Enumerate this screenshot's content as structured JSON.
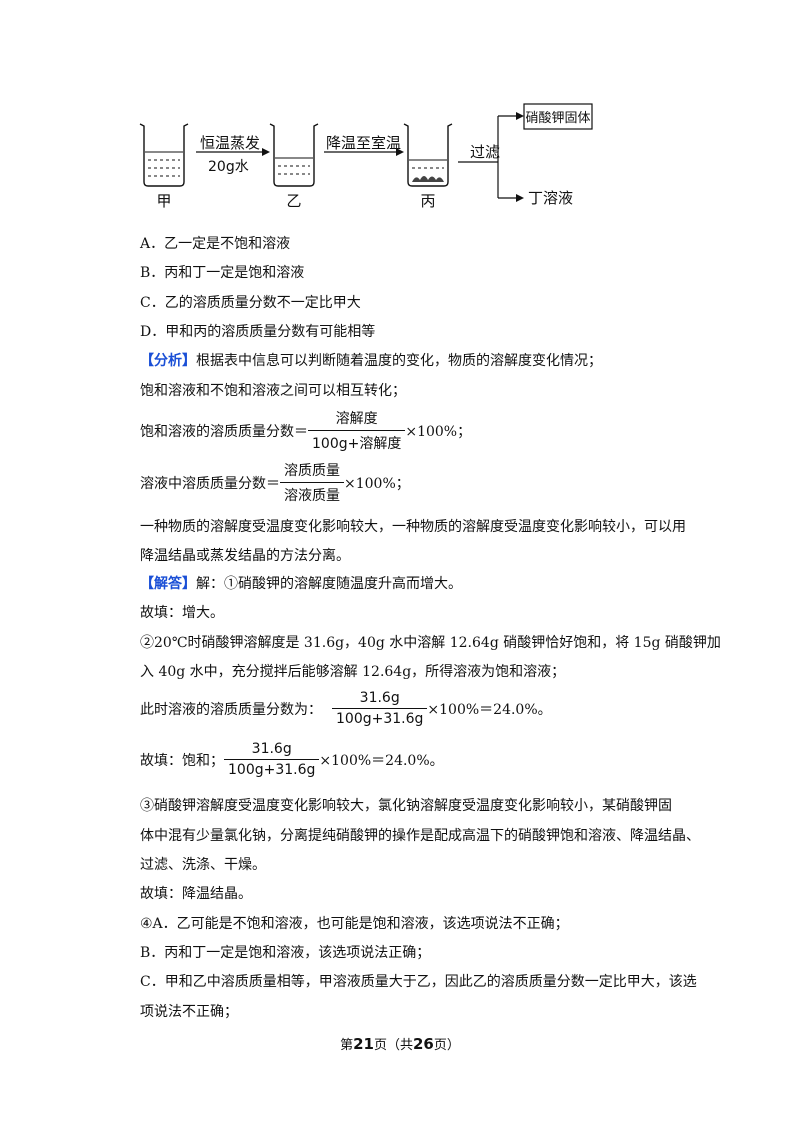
{
  "diagram": {
    "step1_top": "恒温蒸发",
    "step1_bottom": "20g水",
    "step2": "降温至室温",
    "step3": "过滤",
    "out1": "硝酸钾固体",
    "out2": "丁溶液",
    "beaker1": "甲",
    "beaker2": "乙",
    "beaker3": "丙"
  },
  "options": {
    "a": "A．乙一定是不饱和溶液",
    "b": "B．丙和丁一定是饱和溶液",
    "c": "C．乙的溶质质量分数不一定比甲大",
    "d": "D．甲和丙的溶质质量分数有可能相等"
  },
  "analysis": {
    "tag": "【分析】",
    "line1": "根据表中信息可以判断随着温度的变化，物质的溶解度变化情况；",
    "line2": "饱和溶液和不饱和溶液之间可以相互转化；",
    "f1_pre": "饱和溶液的溶质质量分数＝",
    "f1_num": "溶解度",
    "f1_den": "100g+溶解度",
    "f1_post": "×100%；",
    "f2_pre": "溶液中溶质质量分数＝",
    "f2_num": "溶质质量",
    "f2_den": "溶液质量",
    "f2_post": "×100%；",
    "line3": "一种物质的溶解度受温度变化影响较大，一种物质的溶解度受温度变化影响较小，可以用",
    "line4": "降温结晶或蒸发结晶的方法分离。"
  },
  "answer": {
    "tag": "【解答】",
    "l1": "解：①硝酸钾的溶解度随温度升高而增大。",
    "l2": "故填：增大。",
    "l3": "②20℃时硝酸钾溶解度是 31.6g，40g 水中溶解 12.64g 硝酸钾恰好饱和，将 15g 硝酸钾加",
    "l4": "入 40g 水中，充分搅拌后能够溶解 12.64g，所得溶液为饱和溶液；",
    "f3_pre": "此时溶液的溶质质量分数为：",
    "f3_num": "31.6g",
    "f3_den": "100g+31.6g",
    "f3_post": "×100%＝24.0%。",
    "f4_pre": "故填：饱和；",
    "f4_num": "31.6g",
    "f4_den": "100g+31.6g",
    "f4_post": "×100%＝24.0%。",
    "l5": "③硝酸钾溶解度受温度变化影响较大，氯化钠溶解度受温度变化影响较小，某硝酸钾固",
    "l6": "体中混有少量氯化钠，分离提纯硝酸钾的操作是配成高温下的硝酸钾饱和溶液、降温结晶、",
    "l7": "过滤、洗涤、干燥。",
    "l8": "故填：降温结晶。",
    "l9": "④A．乙可能是不饱和溶液，也可能是饱和溶液，该选项说法不正确；",
    "l10": "B．丙和丁一定是饱和溶液，该选项说法正确；",
    "l11": "C．甲和乙中溶质质量相等，甲溶液质量大于乙，因此乙的溶质质量分数一定比甲大，该选",
    "l12": "项说法不正确；"
  },
  "footer": {
    "pre": "第",
    "page": "21",
    "mid": "页（共",
    "total": "26",
    "post": "页）"
  }
}
